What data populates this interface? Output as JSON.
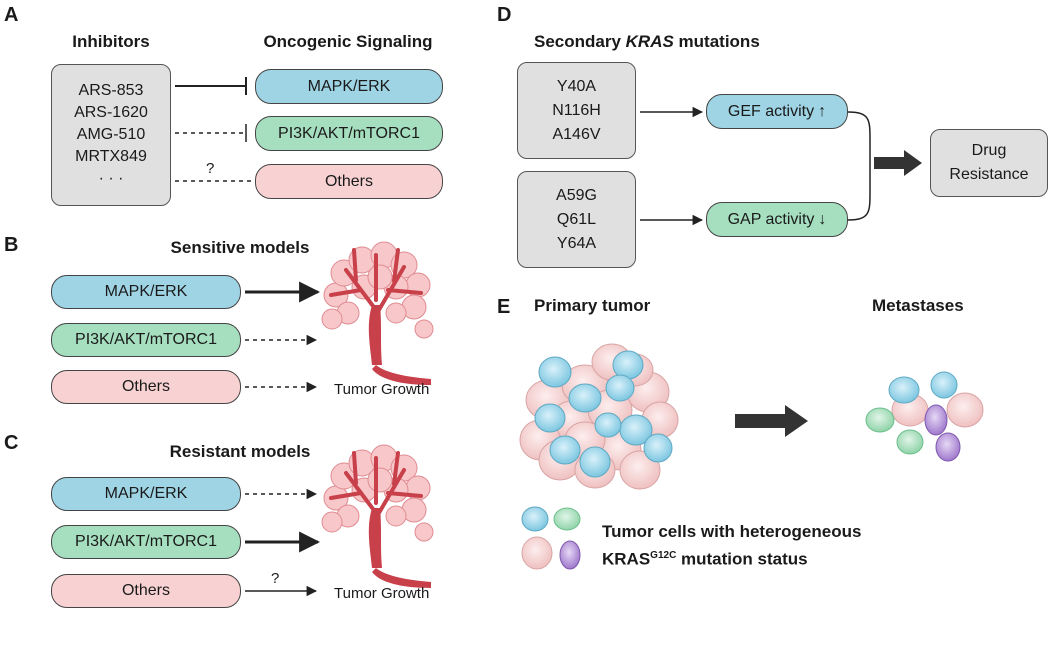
{
  "panel_a": {
    "letter": "A",
    "inhibitors_header": "Inhibitors",
    "signaling_header": "Oncogenic Signaling",
    "inhibitors": [
      "ARS-853",
      "ARS-1620",
      "AMG-510",
      "MRTX849",
      "· · ·"
    ],
    "pathways": [
      "MAPK/ERK",
      "PI3K/AKT/mTORC1",
      "Others"
    ],
    "unknown_mark": "?"
  },
  "panel_b": {
    "letter": "B",
    "title": "Sensitive models",
    "pathways": [
      "MAPK/ERK",
      "PI3K/AKT/mTORC1",
      "Others"
    ],
    "outcome": "Tumor Growth"
  },
  "panel_c": {
    "letter": "C",
    "title": "Resistant models",
    "pathways": [
      "MAPK/ERK",
      "PI3K/AKT/mTORC1",
      "Others"
    ],
    "unknown_mark": "?",
    "outcome": "Tumor Growth"
  },
  "panel_d": {
    "letter": "D",
    "title_pre": "Secondary ",
    "title_gene": "KRAS",
    "title_post": " mutations",
    "gef_mutations": [
      "Y40A",
      "N116H",
      "A146V"
    ],
    "gap_mutations": [
      "A59G",
      "Q61L",
      "Y64A"
    ],
    "gef_label": "GEF activity",
    "gef_arrow": "↑",
    "gap_label": "GAP activity",
    "gap_arrow": "↓",
    "result_line1": "Drug",
    "result_line2": "Resistance"
  },
  "panel_e": {
    "letter": "E",
    "primary_label": "Primary tumor",
    "metastases_label": "Metastases",
    "legend_line1": "Tumor cells with heterogeneous",
    "legend_gene": "KRAS",
    "legend_superscript": "G12C",
    "legend_line2_suffix": " mutation status"
  },
  "colors": {
    "mapk": "#9fd4e5",
    "pi3k": "#a6dfbf",
    "others": "#f8d2d2",
    "box_grey": "#e0e0e0",
    "tree_red": "#c8404a",
    "cell_blue": "#8fd0e6",
    "cell_pink": "#f6d0d0",
    "cell_green": "#9fdcb4",
    "cell_purple": "#b08ad6"
  }
}
